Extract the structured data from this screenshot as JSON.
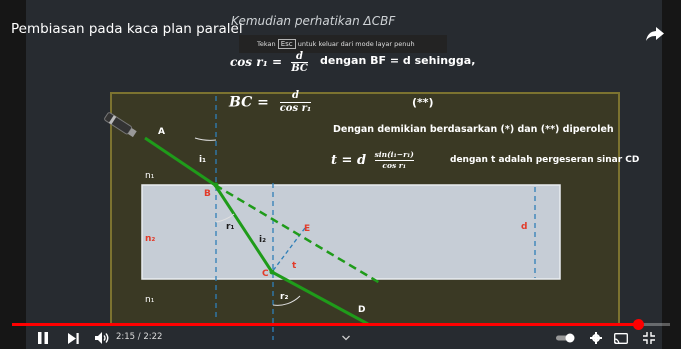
{
  "video": {
    "title": "Pembiasan pada kaca plan paralel",
    "caption": "Kemudian perhatikan ΔCBF",
    "fullscreen_hint": {
      "prefix": "Tekan",
      "key": "Esc",
      "suffix": "untuk keluar dari mode layar penuh"
    },
    "equations": {
      "cos_lhs": "cos r₁ =",
      "cos_num": "d",
      "cos_den": "BC",
      "cos_note": "dengan BF = d sehingga,",
      "bc_lhs": "BC =",
      "bc_num": "d",
      "bc_den": "cos r₁",
      "bc_mark": "(**)",
      "sentence": "Dengan demikian berdasarkan (*) dan (**) diperoleh",
      "t_lhs": "t = d",
      "t_num": "sin(i₁−r₁)",
      "t_den": "cos r₁",
      "t_note": "dengan t adalah pergeseran sinar CD"
    },
    "diagram": {
      "labels": {
        "A": "A",
        "B": "B",
        "C": "C",
        "D": "D",
        "E": "E",
        "i1": "i₁",
        "r1": "r₁",
        "i2": "i₂",
        "r2": "r₂",
        "t": "t",
        "d": "d",
        "n1_top": "n₁",
        "n2": "n₂",
        "n1_bottom": "n₁"
      },
      "colors": {
        "ray": "#1f9b1a",
        "normal": "#2f7fb8",
        "label_red": "#e23b2a",
        "glass": "#c6cdd6"
      }
    },
    "player": {
      "time_current": "2:15",
      "time_total": "2:22",
      "time_display": "2:15 / 2:22",
      "progress": 0.951,
      "icons": [
        "pause-icon",
        "next-icon",
        "volume-icon",
        "chevron-down-icon",
        "autoplay-toggle",
        "settings-icon",
        "cast-icon",
        "exit-fullscreen-icon",
        "share-icon"
      ]
    }
  }
}
